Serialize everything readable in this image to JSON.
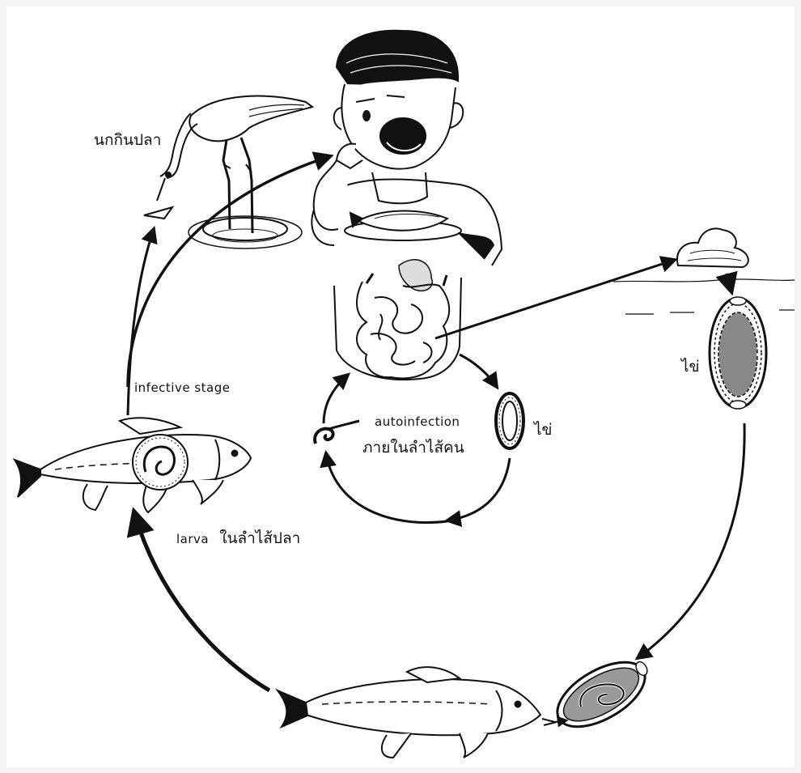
{
  "labels": {
    "bird": "นกกินปลา",
    "infective_stage": "infective stage",
    "larva_prefix": "larva",
    "larva_suffix": "ในลำไส้ปลา",
    "autoinfection": "autoinfection",
    "autoinfection_th": "ภายในลำไส้คน",
    "egg_inner": "ไข่",
    "egg_right": "ไข่"
  },
  "colors": {
    "ink": "#111111",
    "paper": "#ffffff",
    "frame": "#f4f4f4"
  }
}
